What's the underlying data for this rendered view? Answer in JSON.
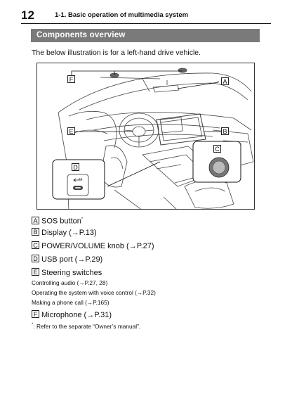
{
  "header": {
    "page_number": "12",
    "title": "1-1. Basic operation of multimedia system"
  },
  "section": {
    "title": "Components overview"
  },
  "intro": "The below illustration is for a left-hand drive vehicle.",
  "figure": {
    "callouts": [
      "F",
      "A",
      "E",
      "B",
      "C",
      "D"
    ]
  },
  "items": [
    {
      "letter": "A",
      "text": "SOS button",
      "sup": "*"
    },
    {
      "letter": "B",
      "text": "Display (→P.13)"
    },
    {
      "letter": "C",
      "text": "POWER/VOLUME knob (→P.27)"
    },
    {
      "letter": "D",
      "text": "USB port (→P.29)"
    },
    {
      "letter": "E",
      "text": "Steering switches"
    },
    {
      "letter": "F",
      "text": "Microphone (→P.31)"
    }
  ],
  "steering_subitems": [
    "Controlling audio (→P.27, 28)",
    "Operating the system with voice control (→P.32)",
    "Making a phone call (→P.165)"
  ],
  "footnote": {
    "mark": "*",
    "text": ": Refer to the separate “Owner’s manual”."
  }
}
